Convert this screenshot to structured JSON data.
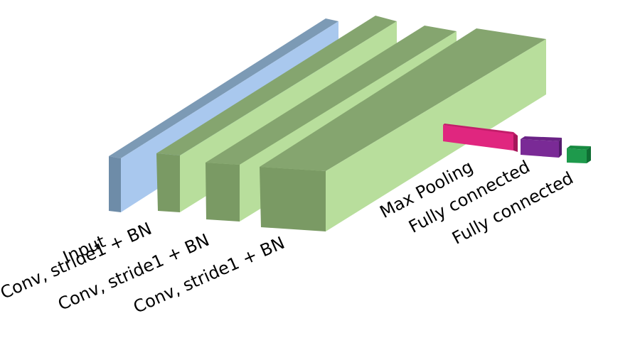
{
  "layers": [
    {
      "label": "Input",
      "colors": {
        "front": "#6e8ca8",
        "top": "#7c9ab5",
        "side": "#a9c8ee"
      }
    },
    {
      "label": "Conv, stride1 + BN",
      "colors": {
        "front": "#7a9a64",
        "top": "#85a56f",
        "side": "#b8de9c"
      }
    },
    {
      "label": "Conv, stride1 + BN",
      "colors": {
        "front": "#7a9a64",
        "top": "#85a56f",
        "side": "#b8de9c"
      }
    },
    {
      "label": "Conv, stride1 + BN",
      "colors": {
        "front": "#7a9a64",
        "top": "#85a56f",
        "side": "#b8de9c"
      }
    },
    {
      "label": "Max Pooling",
      "colors": {
        "front": "#e0267f",
        "top": "#c21d6a",
        "side": "#a6175a"
      }
    },
    {
      "label": "Fully connected",
      "colors": {
        "front": "#7a2a96",
        "top": "#6a2286",
        "side": "#531a6b"
      }
    },
    {
      "label": "Fully connected",
      "colors": {
        "front": "#1e9a4c",
        "top": "#178a40",
        "side": "#0f6e33"
      }
    }
  ]
}
